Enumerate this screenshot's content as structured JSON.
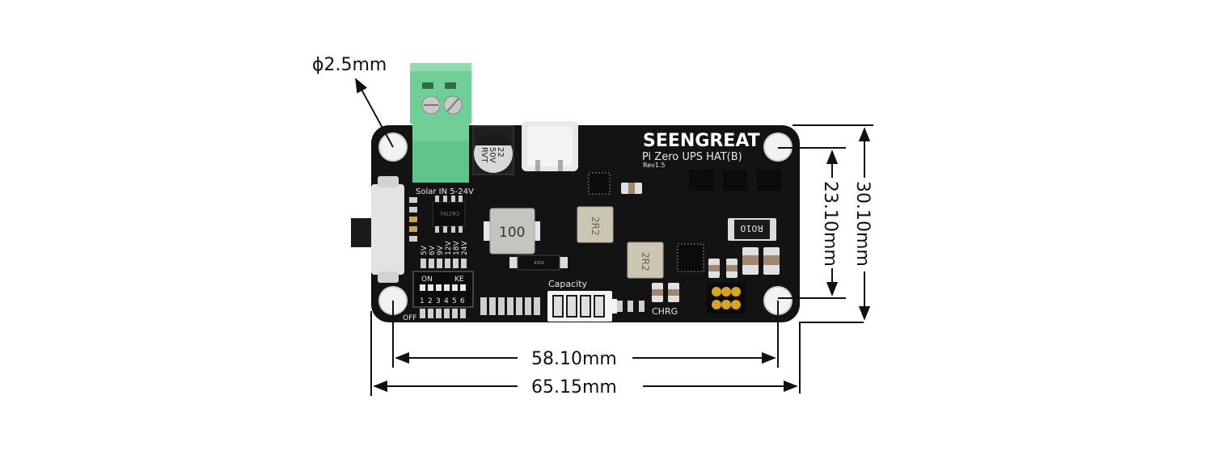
{
  "dimensions": {
    "hole_diameter": "ϕ2.5mm",
    "hole_spacing_width": "58.10mm",
    "board_width": "65.15mm",
    "hole_spacing_height": "23.10mm",
    "board_height": "30.10mm"
  },
  "board": {
    "brand": "SEENGREAT",
    "product": "Pi Zero UPS HAT(B)",
    "revision": "Rev1.5",
    "solar_label": "Solar IN 5-24V",
    "voltage_labels": [
      "5V",
      "6V",
      "9V",
      "12V",
      "18V",
      "24V"
    ],
    "dip_on_label": "ON",
    "dip_ke_label": "KE",
    "dip_numbers": [
      "1",
      "2",
      "3",
      "4",
      "5",
      "6"
    ],
    "off_label": "OFF",
    "capacity_label": "Capacity",
    "chrg_label": "CHRG",
    "inductor_main": "100",
    "inductor_a": "2R2",
    "inductor_b": "2R2",
    "resistor_shunt": "R010",
    "cap_value": "22",
    "cap_voltage": "50V",
    "cap_series": "RVT",
    "diode_marking": "SS54",
    "ic_main": "CN3791"
  },
  "colors": {
    "pcb": "#131313",
    "terminal": "#6fcf97",
    "terminal_dark": "#4fb07a",
    "pad": "#cfcfcf",
    "gold": "#d9a520",
    "inductor": "#c9c5b4",
    "hole": "#f2f2f2",
    "dim_line": "#111111"
  }
}
